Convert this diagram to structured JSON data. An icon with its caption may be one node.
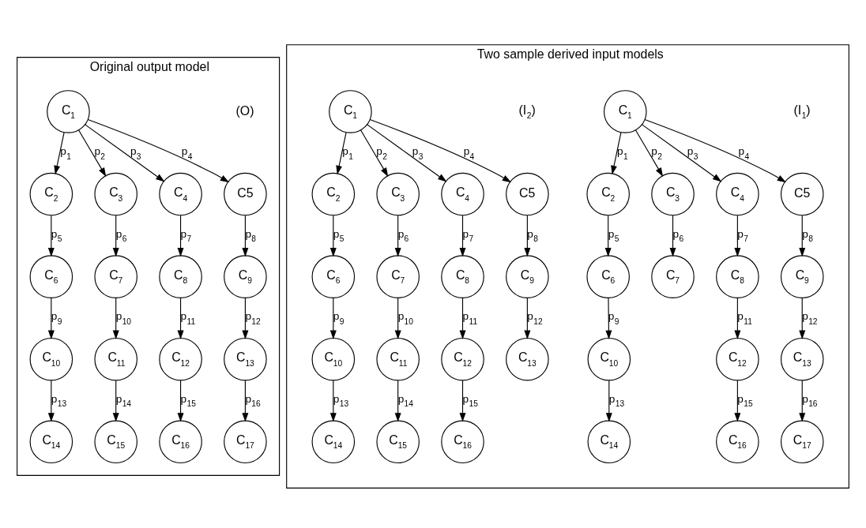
{
  "diagram": {
    "nodes": [
      {
        "text": [
          "Original output model"
        ]
      },
      {
        "text": [
          "Two sample derived input models"
        ]
      },
      {
        "text": [
          "C$_{1}$"
        ],
        "in": 0
      },
      {
        "text": [
          "C$_{2}$"
        ],
        "in": 0
      },
      {
        "text": [
          "C$_{3}$"
        ],
        "in": 0
      },
      {
        "text": [
          "C$_{4}$"
        ],
        "in": 0
      },
      {
        "text": [
          "C5"
        ],
        "in": 0
      },
      {
        "text": [
          "C$_{6}$"
        ],
        "in": 0
      },
      {
        "text": [
          "C$_{7}$"
        ],
        "in": 0
      },
      {
        "text": [
          "C$_{8}$"
        ],
        "in": 0
      },
      {
        "text": [
          "C$_{9}$"
        ],
        "in": 0
      },
      {
        "text": [
          "C$_{10}$"
        ],
        "in": 0
      },
      {
        "text": [
          "C$_{11}$"
        ],
        "in": 0
      },
      {
        "text": [
          "C$_{12}$"
        ],
        "in": 0
      },
      {
        "text": [
          "C$_{13}$"
        ],
        "in": 0
      },
      {
        "text": [
          "C$_{14}$"
        ],
        "in": 0
      },
      {
        "text": [
          "C$_{15}$"
        ],
        "in": 0
      },
      {
        "text": [
          "C$_{16}$"
        ],
        "in": 0
      },
      {
        "text": [
          "C$_{17}$"
        ],
        "in": 0
      },
      {
        "text": [
          "C$_{1}$"
        ],
        "in": 1
      },
      {
        "text": [
          "C$_{2}$"
        ],
        "in": 1
      },
      {
        "text": [
          "C$_{3}$"
        ],
        "in": 1
      },
      {
        "text": [
          "C$_{4}$"
        ],
        "in": 1
      },
      {
        "text": [
          "C5"
        ],
        "in": 1
      },
      {
        "text": [
          "C$_{6}$"
        ],
        "in": 1
      },
      {
        "text": [
          "C$_{7}$"
        ],
        "in": 1
      },
      {
        "text": [
          "C$_{8}$"
        ],
        "in": 1
      },
      {
        "text": [
          "C$_{9}$"
        ],
        "in": 1
      },
      {
        "text": [
          "C$_{10}$"
        ],
        "in": 1
      },
      {
        "text": [
          "C$_{12}$"
        ],
        "in": 1
      },
      {
        "text": [
          "C$_{13}$"
        ],
        "in": 1
      },
      {
        "text": [
          "C$_{14}$"
        ],
        "in": 1
      },
      {
        "text": [
          "C$_{16}$"
        ],
        "in": 1
      },
      {
        "text": [
          "C$_{17}$"
        ],
        "in": 1
      },
      {
        "text": [
          "C$_{1}$"
        ],
        "in": 1
      },
      {
        "text": [
          "C$_{2}$"
        ],
        "in": 1
      },
      {
        "text": [
          "C$_{3}$"
        ],
        "in": 1
      },
      {
        "text": [
          "C$_{4}$"
        ],
        "in": 1
      },
      {
        "text": [
          "C5"
        ],
        "in": 1
      },
      {
        "text": [
          "C$_{6}$"
        ],
        "in": 1
      },
      {
        "text": [
          "C$_{7}$"
        ],
        "in": 1
      },
      {
        "text": [
          "C$_{8}$"
        ],
        "in": 1
      },
      {
        "text": [
          "C$_{9}$"
        ],
        "in": 1
      },
      {
        "text": [
          "C$_{10}$"
        ],
        "in": 1
      },
      {
        "text": [
          "C$_{11}$"
        ],
        "in": 1
      },
      {
        "text": [
          "C$_{12}$"
        ],
        "in": 1
      },
      {
        "text": [
          "C$_{13}$"
        ],
        "in": 1
      },
      {
        "text": [
          "C$_{14}$"
        ],
        "in": 1
      },
      {
        "text": [
          "C$_{15}$"
        ],
        "in": 1
      },
      {
        "text": [
          "C$_{16}$"
        ],
        "in": 1
      }
    ],
    "edges": [
      {
        "from": 2,
        "to": 3,
        "arrow": "to",
        "label": "p$_{1}$"
      },
      {
        "from": 2,
        "to": 4,
        "arrow": "to",
        "label": "p$_{2}$"
      },
      {
        "from": 2,
        "to": 5,
        "arrow": "to",
        "label": "p$_{3}$"
      },
      {
        "from": 2,
        "to": 6,
        "arrow": "to",
        "label": "p$_{4}$"
      },
      {
        "from": 3,
        "to": 7,
        "arrow": "to",
        "label": "p$_{5}$"
      },
      {
        "from": 4,
        "to": 8,
        "arrow": "to",
        "label": "p$_{6}$"
      },
      {
        "from": 5,
        "to": 9,
        "arrow": "to",
        "label": "p$_{7}$"
      },
      {
        "from": 6,
        "to": 10,
        "arrow": "to",
        "label": "p$_{8}$"
      },
      {
        "from": 7,
        "to": 11,
        "arrow": "to",
        "label": "p$_{9}$"
      },
      {
        "from": 8,
        "to": 12,
        "arrow": "to",
        "label": "p$_{10}$"
      },
      {
        "from": 9,
        "to": 13,
        "arrow": "to",
        "label": "p$_{11}$"
      },
      {
        "from": 10,
        "to": 14,
        "arrow": "to",
        "label": "p$_{12}$"
      },
      {
        "from": 11,
        "to": 15,
        "arrow": "to",
        "label": "p$_{13}$"
      },
      {
        "from": 12,
        "to": 16,
        "arrow": "to",
        "label": "p$_{14}$"
      },
      {
        "from": 13,
        "to": 17,
        "arrow": "to",
        "label": "p$_{15}$"
      },
      {
        "from": 14,
        "to": 18,
        "arrow": "to",
        "label": "p$_{16}$"
      },
      {
        "from": 19,
        "to": 20,
        "arrow": "to",
        "label": "p$_{1}$"
      },
      {
        "from": 19,
        "to": 21,
        "arrow": "to",
        "label": "p$_{2}$"
      },
      {
        "from": 19,
        "to": 22,
        "arrow": "to",
        "label": "p$_{3}$"
      },
      {
        "from": 19,
        "to": 23,
        "arrow": "to",
        "label": "p$_{4}$"
      },
      {
        "from": 20,
        "to": 24,
        "arrow": "to",
        "label": "p$_{5}$"
      },
      {
        "from": 21,
        "to": 25,
        "arrow": "to",
        "label": "p$_{6}$"
      },
      {
        "from": 22,
        "to": 26,
        "arrow": "to",
        "label": "p$_{7}$"
      },
      {
        "from": 23,
        "to": 27,
        "arrow": "to",
        "label": "p$_{8}$"
      },
      {
        "from": 24,
        "to": 28,
        "arrow": "to",
        "label": "p$_{9}$"
      },
      {
        "from": 26,
        "to": 29,
        "arrow": "to",
        "label": "p$_{11}$"
      },
      {
        "from": 27,
        "to": 30,
        "arrow": "to",
        "label": "p$_{12}$"
      },
      {
        "from": 28,
        "to": 31,
        "arrow": "to",
        "label": "p$_{13}$"
      },
      {
        "from": 29,
        "to": 32,
        "arrow": "to",
        "label": "p$_{15}$"
      },
      {
        "from": 30,
        "to": 33,
        "arrow": "to",
        "label": "p$_{16}$"
      },
      {
        "from": 34,
        "to": 35,
        "arrow": "to",
        "label": "p$_{1}$"
      },
      {
        "from": 34,
        "to": 36,
        "arrow": "to",
        "label": "p$_{2}$"
      },
      {
        "from": 34,
        "to": 37,
        "arrow": "to",
        "label": "p$_{3}$"
      },
      {
        "from": 34,
        "to": 38,
        "arrow": "to",
        "label": "p$_{4}$"
      },
      {
        "from": 35,
        "to": 39,
        "arrow": "to",
        "label": "p$_{5}$"
      },
      {
        "from": 36,
        "to": 40,
        "arrow": "to",
        "label": "p$_{6}$"
      },
      {
        "from": 37,
        "to": 41,
        "arrow": "to",
        "label": "p$_{7}$"
      },
      {
        "from": 38,
        "to": 42,
        "arrow": "to",
        "label": "p$_{8}$"
      },
      {
        "from": 39,
        "to": 43,
        "arrow": "to",
        "label": "p$_{9}$"
      },
      {
        "from": 40,
        "to": 44,
        "arrow": "to",
        "label": "p$_{10}$"
      },
      {
        "from": 41,
        "to": 45,
        "arrow": "to",
        "label": "p$_{11}$"
      },
      {
        "from": 42,
        "to": 46,
        "arrow": "to",
        "label": "p$_{12}$"
      },
      {
        "from": 43,
        "to": 47,
        "arrow": "to",
        "label": "p$_{13}$"
      },
      {
        "from": 44,
        "to": 48,
        "arrow": "to",
        "label": "p$_{14}$"
      },
      {
        "from": 45,
        "to": 49,
        "arrow": "to",
        "label": "p$_{15}$"
      }
    ],
    "labels": [
      "(O)",
      "(I$_{1}$)",
      "(I$_{2}$)"
    ]
  }
}
